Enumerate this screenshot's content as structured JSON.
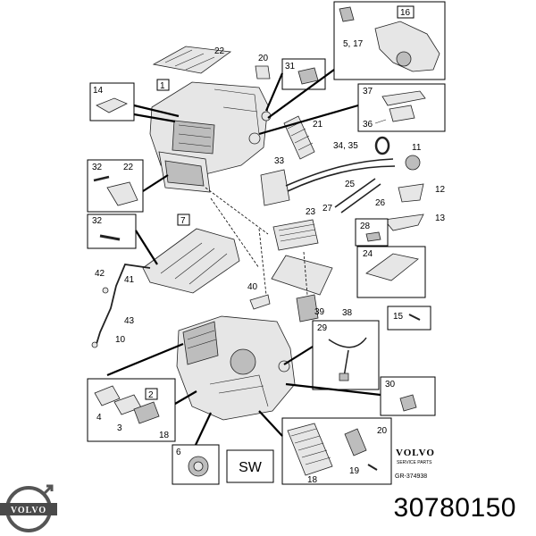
{
  "callouts": {
    "c1": "1",
    "c2": "2",
    "c3": "3",
    "c4": "4",
    "c5_17": "5, 17",
    "c6": "6",
    "c7": "7",
    "c10": "10",
    "c11": "11",
    "c12": "12",
    "c13": "13",
    "c14": "14",
    "c15": "15",
    "c16": "16",
    "c18a": "18",
    "c18b": "18",
    "c19": "19",
    "c20a": "20",
    "c20b": "20",
    "c21": "21",
    "c22a": "22",
    "c22b": "22",
    "c23": "23",
    "c24": "24",
    "c25": "25",
    "c26": "26",
    "c27": "27",
    "c28": "28",
    "c29": "29",
    "c30": "30",
    "c31": "31",
    "c32a": "32",
    "c32b": "32",
    "c33": "33",
    "c34_35": "34, 35",
    "c36": "36",
    "c37": "37",
    "c38": "38",
    "c39": "39",
    "c40": "40",
    "c41": "41",
    "c42": "42",
    "c43": "43"
  },
  "sw_label": "SW",
  "volvo_service": {
    "brand": "VOLVO",
    "line1": "SERVICE PARTS",
    "code": "GR-374938"
  },
  "logo_text": "VOLVO",
  "part_number": "30780150"
}
